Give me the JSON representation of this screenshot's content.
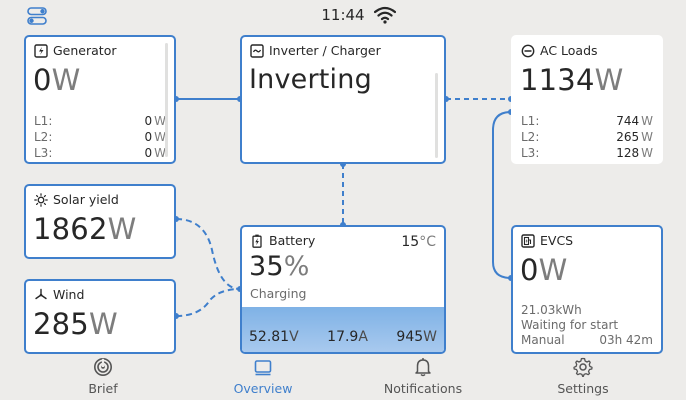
{
  "status_bar": {
    "time": "11:44"
  },
  "generator": {
    "title": "Generator",
    "value": "0",
    "unit": "W",
    "phases": [
      {
        "label": "L1:",
        "value": "0",
        "unit": "W"
      },
      {
        "label": "L2:",
        "value": "0",
        "unit": "W"
      },
      {
        "label": "L3:",
        "value": "0",
        "unit": "W"
      }
    ]
  },
  "inverter": {
    "title": "Inverter / Charger",
    "state": "Inverting"
  },
  "ac_loads": {
    "title": "AC Loads",
    "value": "1134",
    "unit": "W",
    "phases": [
      {
        "label": "L1:",
        "value": "744",
        "unit": "W"
      },
      {
        "label": "L2:",
        "value": "265",
        "unit": "W"
      },
      {
        "label": "L3:",
        "value": "128",
        "unit": "W"
      }
    ]
  },
  "solar": {
    "title": "Solar yield",
    "value": "1862",
    "unit": "W"
  },
  "wind": {
    "title": "Wind",
    "value": "285",
    "unit": "W"
  },
  "battery": {
    "title": "Battery",
    "temperature": "15",
    "temperature_unit": "°C",
    "soc": "35",
    "soc_unit": "%",
    "soc_fraction": 0.35,
    "state": "Charging",
    "voltage": "52.81",
    "voltage_unit": "V",
    "current": "17.9",
    "current_unit": "A",
    "power": "945",
    "power_unit": "W"
  },
  "evcs": {
    "title": "EVCS",
    "value": "0",
    "unit": "W",
    "energy": "21.03kWh",
    "status": "Waiting for start",
    "mode": "Manual",
    "session_time": "03h 42m"
  },
  "nav": [
    {
      "label": "Brief",
      "icon": "brief-icon"
    },
    {
      "label": "Overview",
      "icon": "overview-icon",
      "active": true
    },
    {
      "label": "Notifications",
      "icon": "bell-icon"
    },
    {
      "label": "Settings",
      "icon": "gear-icon"
    }
  ],
  "colors": {
    "accent": "#3f7fcc",
    "background": "#edecea",
    "card": "#ffffff",
    "battery_fill": "#8fbbe9"
  }
}
